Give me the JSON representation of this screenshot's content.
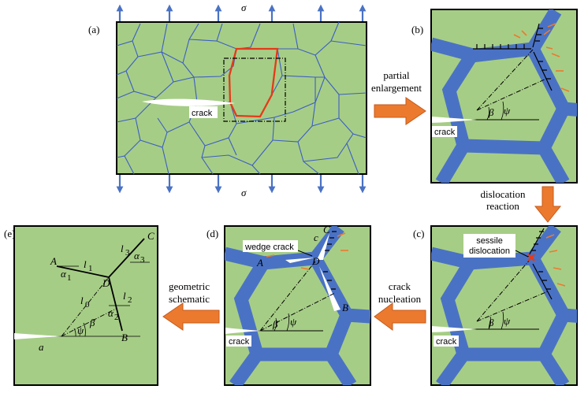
{
  "colors": {
    "grain": "#a6cd86",
    "grain_boundary": "#4a72c4",
    "boundary_red": "#e53a1a",
    "arrow_fill": "#ec7a2e",
    "stress_arrow": "#4a72c4"
  },
  "panels": {
    "a": {
      "label": "(a)",
      "sigma_top": "σ",
      "sigma_bottom": "σ",
      "crack_label": "crack"
    },
    "b": {
      "label": "(b)",
      "crack_label": "crack",
      "beta": "β",
      "psi": "ψ"
    },
    "c": {
      "label": "(c)",
      "crack_label": "crack",
      "sessile_line1": "sessile",
      "sessile_line2": "dislocation",
      "beta": "β",
      "psi": "ψ"
    },
    "d": {
      "label": "(d)",
      "crack_label": "crack",
      "wedge_label": "wedge crack",
      "A": "A",
      "B": "B",
      "C": "C",
      "D": "D",
      "c_label": "c",
      "beta": "β",
      "psi": "ψ"
    },
    "e": {
      "label": "(e)",
      "A": "A",
      "B": "B",
      "C": "C",
      "D": "D",
      "a": "a",
      "l1": "l",
      "l1_sub": "1",
      "l2": "l",
      "l2_sub": "2",
      "l3": "l",
      "l3_sub": "3",
      "l0": "l",
      "l0_sub": "0",
      "alpha1": "α",
      "alpha1_sub": "1",
      "alpha2": "α",
      "alpha2_sub": "2",
      "alpha3": "α",
      "alpha3_sub": "3",
      "beta": "β",
      "psi": "ψ"
    }
  },
  "arrows": {
    "partial_line1": "partial",
    "partial_line2": "enlargement",
    "dislocation_line1": "dislocation",
    "dislocation_line2": "reaction",
    "crack_line1": "crack",
    "crack_line2": "nucleation",
    "geometric_line1": "geometric",
    "geometric_line2": "schematic"
  }
}
